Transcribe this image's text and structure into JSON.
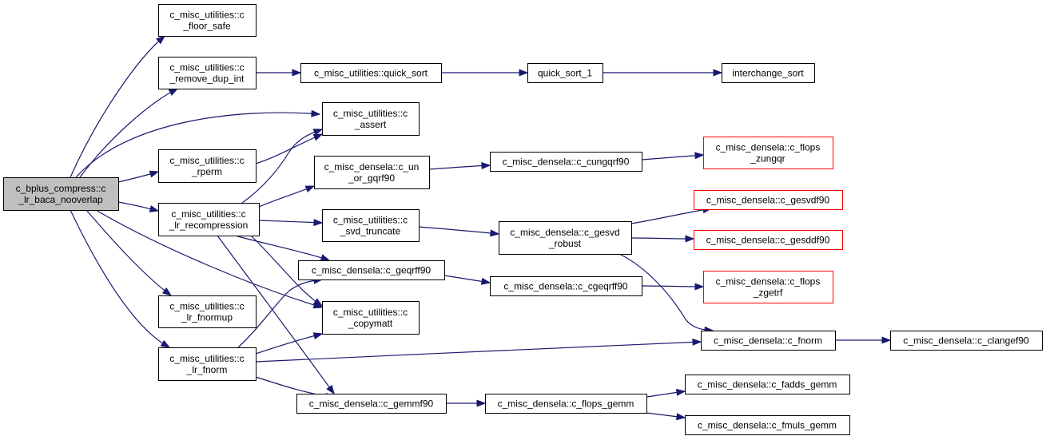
{
  "colors": {
    "edge": "#191970",
    "node_border": "#000000",
    "node_border_truncated": "#ff0000",
    "root_fill": "#bfbfbf",
    "node_fill": "#ffffff"
  },
  "nodes": [
    {
      "id": "root",
      "lines": [
        "c_bplus_compress::c",
        "_lr_baca_nooverlap"
      ],
      "root": true
    },
    {
      "id": "floor_safe",
      "lines": [
        "c_misc_utilities::c",
        "_floor_safe"
      ]
    },
    {
      "id": "remove_dup_int",
      "lines": [
        "c_misc_utilities::c",
        "_remove_dup_int"
      ]
    },
    {
      "id": "quick_sort",
      "lines": [
        "c_misc_utilities::quick_sort"
      ]
    },
    {
      "id": "quick_sort_1",
      "lines": [
        "quick_sort_1"
      ]
    },
    {
      "id": "interchange_sort",
      "lines": [
        "interchange_sort"
      ]
    },
    {
      "id": "assert",
      "lines": [
        "c_misc_utilities::c",
        "_assert"
      ]
    },
    {
      "id": "rperm",
      "lines": [
        "c_misc_utilities::c",
        "_rperm"
      ]
    },
    {
      "id": "lr_recompression",
      "lines": [
        "c_misc_utilities::c",
        "_lr_recompression"
      ]
    },
    {
      "id": "un_or_gqrf90",
      "lines": [
        "c_misc_densela::c_un",
        "_or_gqrf90"
      ]
    },
    {
      "id": "cungqrf90",
      "lines": [
        "c_misc_densela::c_cungqrf90"
      ]
    },
    {
      "id": "flops_zungqr",
      "lines": [
        "c_misc_densela::c_flops",
        "_zungqr"
      ],
      "truncated": true
    },
    {
      "id": "gesvdf90",
      "lines": [
        "c_misc_densela::c_gesvdf90"
      ],
      "truncated": true
    },
    {
      "id": "svd_truncate",
      "lines": [
        "c_misc_utilities::c",
        "_svd_truncate"
      ]
    },
    {
      "id": "gesvd_robust",
      "lines": [
        "c_misc_densela::c_gesvd",
        "_robust"
      ]
    },
    {
      "id": "gesddf90",
      "lines": [
        "c_misc_densela::c_gesddf90"
      ],
      "truncated": true
    },
    {
      "id": "geqrff90",
      "lines": [
        "c_misc_densela::c_geqrff90"
      ]
    },
    {
      "id": "cgeqrff90",
      "lines": [
        "c_misc_densela::c_cgeqrff90"
      ]
    },
    {
      "id": "flops_zgetrf",
      "lines": [
        "c_misc_densela::c_flops",
        "_zgetrf"
      ],
      "truncated": true
    },
    {
      "id": "lr_fnormup",
      "lines": [
        "c_misc_utilities::c",
        "_lr_fnormup"
      ]
    },
    {
      "id": "copymatt",
      "lines": [
        "c_misc_utilities::c",
        "_copymatt"
      ]
    },
    {
      "id": "lr_fnorm",
      "lines": [
        "c_misc_utilities::c",
        "_lr_fnorm"
      ]
    },
    {
      "id": "fnorm",
      "lines": [
        "c_misc_densela::c_fnorm"
      ]
    },
    {
      "id": "clangef90",
      "lines": [
        "c_misc_densela::c_clangef90"
      ]
    },
    {
      "id": "gemmf90",
      "lines": [
        "c_misc_densela::c_gemmf90"
      ]
    },
    {
      "id": "flops_gemm",
      "lines": [
        "c_misc_densela::c_flops_gemm"
      ]
    },
    {
      "id": "fadds_gemm",
      "lines": [
        "c_misc_densela::c_fadds_gemm"
      ]
    },
    {
      "id": "fmuls_gemm",
      "lines": [
        "c_misc_densela::c_fmuls_gemm"
      ]
    }
  ],
  "edges": [
    {
      "from": "root",
      "to": "floor_safe"
    },
    {
      "from": "root",
      "to": "remove_dup_int"
    },
    {
      "from": "root",
      "to": "assert"
    },
    {
      "from": "root",
      "to": "rperm"
    },
    {
      "from": "root",
      "to": "lr_recompression"
    },
    {
      "from": "root",
      "to": "copymatt"
    },
    {
      "from": "root",
      "to": "lr_fnormup"
    },
    {
      "from": "root",
      "to": "lr_fnorm"
    },
    {
      "from": "remove_dup_int",
      "to": "quick_sort"
    },
    {
      "from": "quick_sort",
      "to": "quick_sort_1"
    },
    {
      "from": "quick_sort_1",
      "to": "interchange_sort"
    },
    {
      "from": "rperm",
      "to": "assert"
    },
    {
      "from": "lr_recompression",
      "to": "assert"
    },
    {
      "from": "lr_recompression",
      "to": "un_or_gqrf90"
    },
    {
      "from": "lr_recompression",
      "to": "svd_truncate"
    },
    {
      "from": "lr_recompression",
      "to": "geqrff90"
    },
    {
      "from": "lr_recompression",
      "to": "copymatt"
    },
    {
      "from": "lr_recompression",
      "to": "gemmf90"
    },
    {
      "from": "un_or_gqrf90",
      "to": "cungqrf90"
    },
    {
      "from": "cungqrf90",
      "to": "flops_zungqr"
    },
    {
      "from": "svd_truncate",
      "to": "gesvd_robust"
    },
    {
      "from": "gesvd_robust",
      "to": "gesvdf90"
    },
    {
      "from": "gesvd_robust",
      "to": "gesddf90"
    },
    {
      "from": "gesvd_robust",
      "to": "fnorm"
    },
    {
      "from": "geqrff90",
      "to": "cgeqrff90"
    },
    {
      "from": "cgeqrff90",
      "to": "flops_zgetrf"
    },
    {
      "from": "lr_fnorm",
      "to": "geqrff90"
    },
    {
      "from": "lr_fnorm",
      "to": "copymatt"
    },
    {
      "from": "lr_fnorm",
      "to": "fnorm"
    },
    {
      "from": "lr_fnorm",
      "to": "gemmf90"
    },
    {
      "from": "fnorm",
      "to": "clangef90"
    },
    {
      "from": "gemmf90",
      "to": "flops_gemm"
    },
    {
      "from": "flops_gemm",
      "to": "fadds_gemm"
    },
    {
      "from": "flops_gemm",
      "to": "fmuls_gemm"
    }
  ]
}
